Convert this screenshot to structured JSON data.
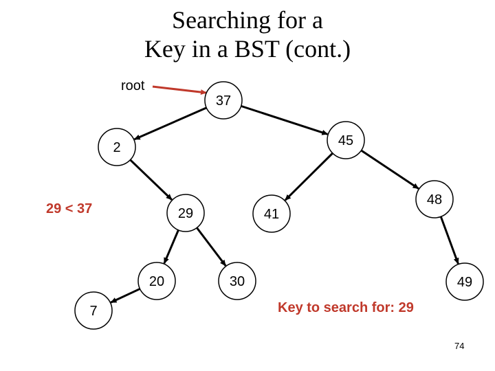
{
  "title": {
    "line1": "Searching for a",
    "line2": "Key in a BST (cont.)"
  },
  "root_label": "root",
  "comparison": "29 < 37",
  "key_text": "Key to search for: 29",
  "page_number": "74",
  "colors": {
    "node_fill": "#ffffff",
    "node_stroke": "#000000",
    "edge": "#000000",
    "highlight": "#c0392b"
  },
  "tree": {
    "nodes": [
      {
        "id": "n37",
        "value": "37"
      },
      {
        "id": "n2",
        "value": "2"
      },
      {
        "id": "n45",
        "value": "45"
      },
      {
        "id": "n29",
        "value": "29"
      },
      {
        "id": "n41",
        "value": "41"
      },
      {
        "id": "n48",
        "value": "48"
      },
      {
        "id": "n20",
        "value": "20"
      },
      {
        "id": "n30",
        "value": "30"
      },
      {
        "id": "n49",
        "value": "49"
      },
      {
        "id": "n7",
        "value": "7"
      }
    ],
    "edges": [
      {
        "from": "n37",
        "to": "n2"
      },
      {
        "from": "n37",
        "to": "n45"
      },
      {
        "from": "n2",
        "to": "n29"
      },
      {
        "from": "n45",
        "to": "n41"
      },
      {
        "from": "n45",
        "to": "n48"
      },
      {
        "from": "n29",
        "to": "n20"
      },
      {
        "from": "n29",
        "to": "n30"
      },
      {
        "from": "n48",
        "to": "n49"
      },
      {
        "from": "n20",
        "to": "n7"
      }
    ]
  }
}
